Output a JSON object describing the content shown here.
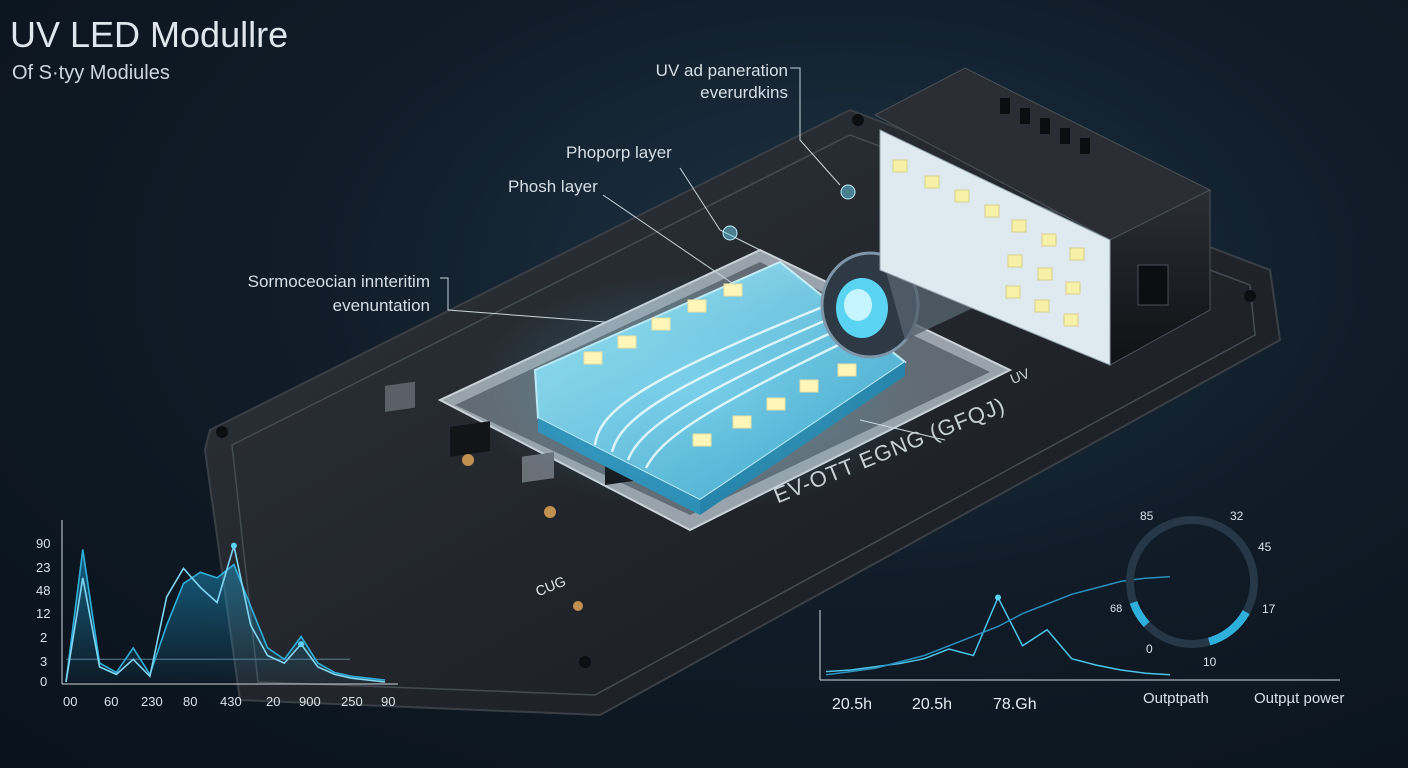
{
  "header": {
    "title": "UV LED Modullre",
    "subtitle": "Of S·tyy Modiules"
  },
  "callouts": {
    "uv_line1": "UV ad paneration",
    "uv_line2": "everurdkins",
    "phosphor_top": "Phoporp layer",
    "phosh": "Phosh layer",
    "left_line1": "Sormoceocian innteritim",
    "left_line2": "evenuntation"
  },
  "board_text": {
    "module_marking": "EV-OTT EGNG (GFQJ)",
    "marking_small": "UV",
    "chip_label": "CUG"
  },
  "colors": {
    "accent": "#3fb6dc",
    "phosphor": "#6fd2ec",
    "led": "#fff6b8",
    "board": "#23272d"
  },
  "chart_left": {
    "y_ticks": [
      "90",
      "23",
      "48",
      "12",
      "2",
      "3",
      "0"
    ],
    "x_ticks": [
      "00",
      "60",
      "230",
      "80",
      "430",
      "20",
      "900",
      "250",
      "90"
    ]
  },
  "chart_right": {
    "x_labels": [
      "20.5h",
      "20.5h",
      "78.Gh",
      "Outptpath",
      "Outpµt power"
    ]
  },
  "gauge": {
    "labels": [
      "85",
      "32",
      "45",
      "17",
      "10",
      "0",
      "68"
    ]
  },
  "chart_data": [
    {
      "type": "line",
      "series": [
        {
          "values": [
            0,
            70,
            10,
            5,
            18,
            4,
            30,
            52,
            58,
            55,
            62,
            40,
            18,
            12,
            24,
            10,
            5,
            3,
            2,
            1
          ]
        },
        {
          "values": [
            0,
            55,
            8,
            4,
            12,
            3,
            45,
            60,
            50,
            42,
            72,
            30,
            14,
            10,
            20,
            8,
            4,
            2,
            1,
            0
          ]
        }
      ],
      "reference_line": 12,
      "grid": false
    },
    {
      "type": "line",
      "series": [
        {
          "values": [
            4,
            5,
            7,
            9,
            12,
            18,
            14,
            50,
            20,
            30,
            12,
            8,
            5,
            3,
            2
          ]
        },
        {
          "values": [
            2,
            4,
            6,
            10,
            14,
            20,
            26,
            32,
            40,
            46,
            52,
            56,
            60,
            62,
            63
          ]
        }
      ],
      "grid": false
    },
    {
      "type": "pie",
      "values": [
        85,
        32,
        45,
        17,
        10,
        0,
        68
      ],
      "grid": false
    }
  ]
}
